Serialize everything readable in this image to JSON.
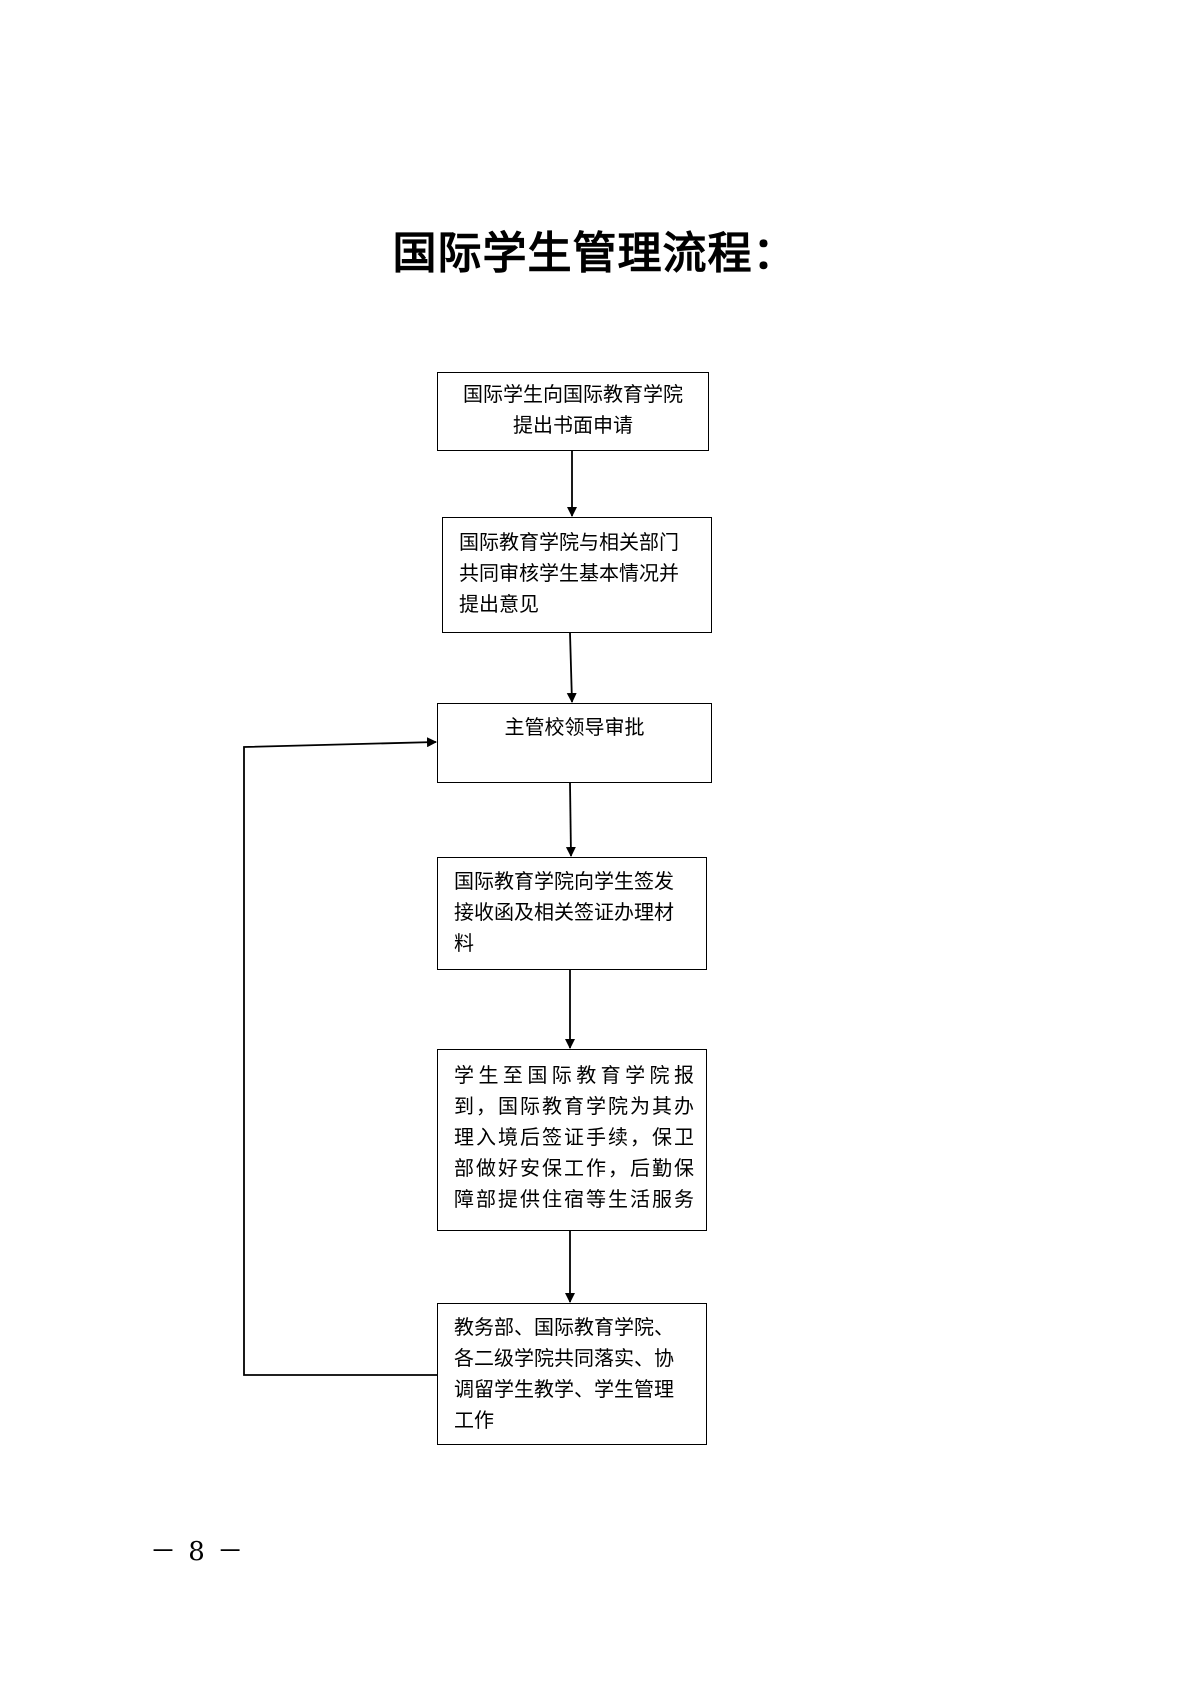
{
  "title": "国际学生管理流程：",
  "steps": [
    {
      "text": "国际学生向国际教育学院\n提出书面申请"
    },
    {
      "text": "国际教育学院与相关部门\n共同审核学生基本情况并\n提出意见"
    },
    {
      "text": "主管校领导审批"
    },
    {
      "text": "国际教育学院向学生签发\n接收函及相关签证办理材\n料"
    },
    {
      "text": "学生至国际教育学院报\n到，国际教育学院为其办\n理入境后签证手续，保卫\n部做好安保工作，后勤保\n障部提供住宿等生活服务"
    },
    {
      "text": "教务部、国际教育学院、\n各二级学院共同落实、协\n调留学生教学、学生管理\n工作"
    }
  ],
  "page_number": "－ 8 －"
}
